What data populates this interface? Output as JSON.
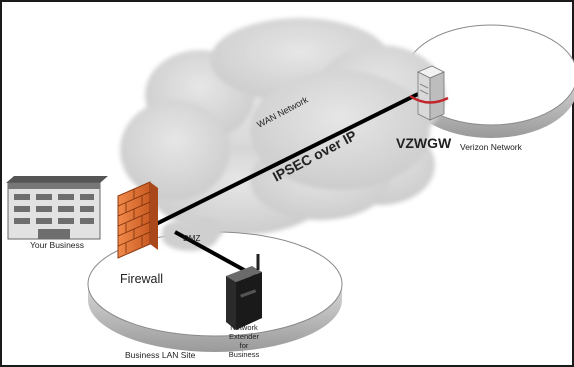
{
  "diagram": {
    "labels": {
      "wan_network": "WAN Network",
      "ipsec_tunnel": "IPSEC over IP",
      "gateway": "VZWGW",
      "verizon_network": "Verizon Network",
      "your_business": "Your Business",
      "firewall": "Firewall",
      "dmz": "DMZ",
      "business_lan_site": "Business LAN Site",
      "network_extender": [
        "Network",
        "Extender",
        "for",
        "Business"
      ]
    },
    "colors": {
      "cloud": "#d4d4d4",
      "firewall": "#e8743b",
      "tunnel": "#000000",
      "disk": "#ffffff",
      "disk_edge": "#8a8a8a",
      "frame": "#1a1a1a"
    },
    "icons": [
      "building-icon",
      "firewall-icon",
      "server-icon",
      "network-extender-icon",
      "cloud-icon"
    ]
  }
}
